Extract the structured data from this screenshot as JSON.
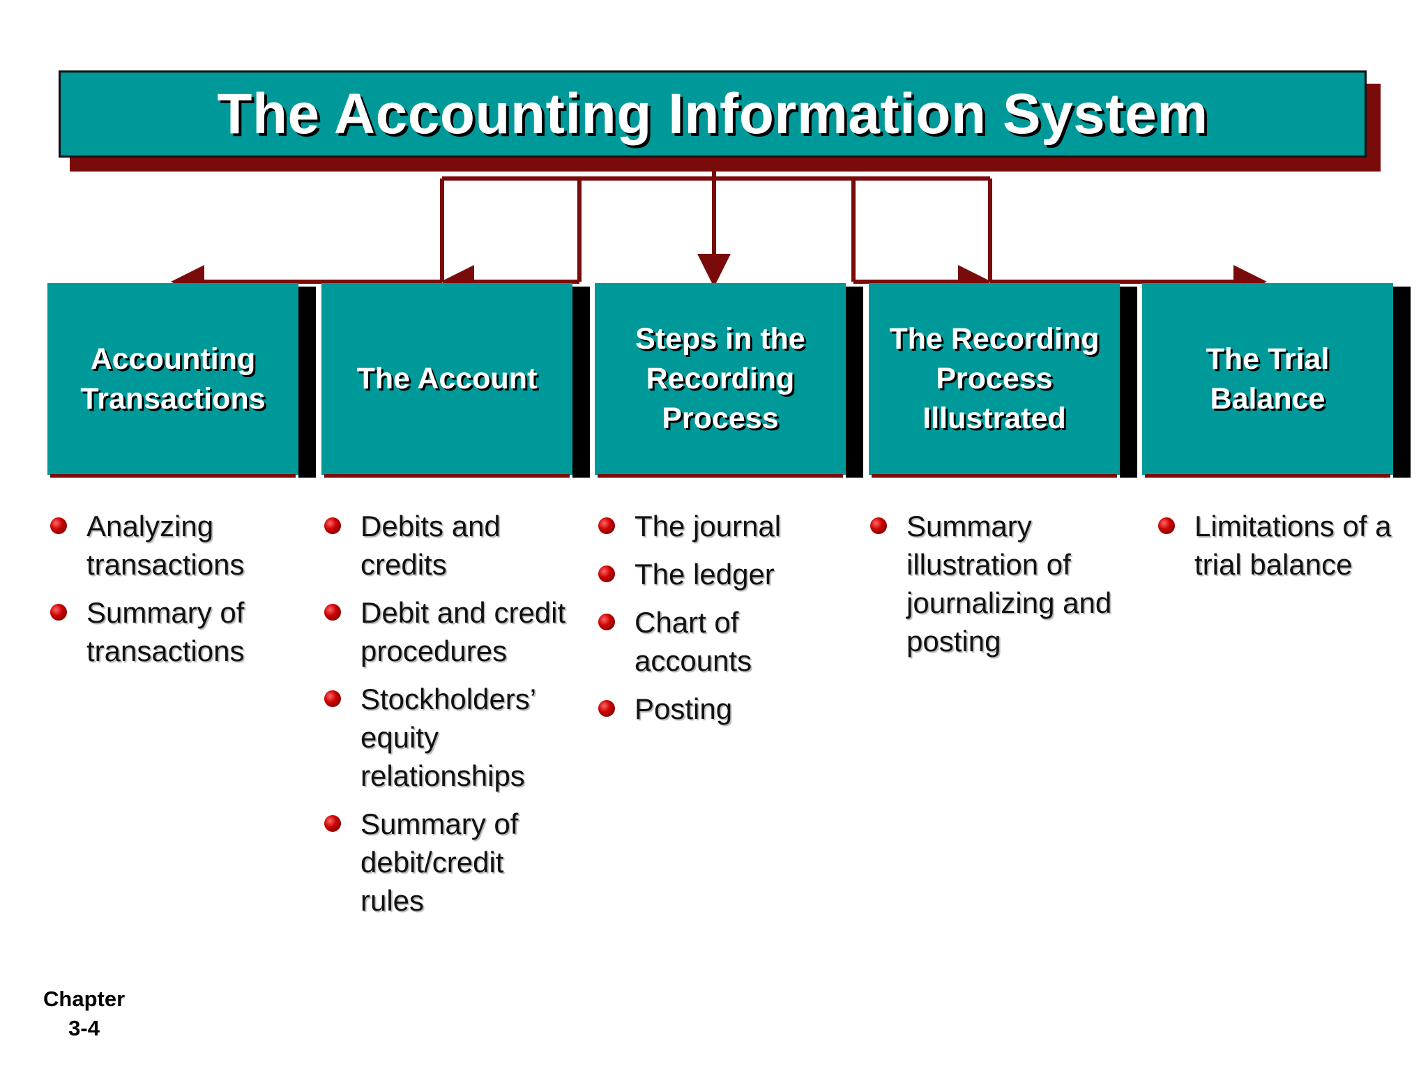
{
  "title": "The Accounting Information System",
  "colors": {
    "teal": "#009999",
    "maroon": "#7a0b0b",
    "bullet": "#cc0000"
  },
  "sections": [
    {
      "label": "Accounting Transactions",
      "items": [
        "Analyzing transactions",
        "Summary of transactions"
      ]
    },
    {
      "label": "The Account",
      "items": [
        "Debits and credits",
        "Debit and credit procedures",
        "Stockholders’ equity relationships",
        "Summary of debit/credit rules"
      ]
    },
    {
      "label": "Steps in the Recording Process",
      "items": [
        "The journal",
        "The ledger",
        "Chart of accounts",
        "Posting"
      ]
    },
    {
      "label": "The Recording Process Illustrated",
      "items": [
        "Summary illustration of journalizing and posting"
      ]
    },
    {
      "label": "The Trial Balance",
      "items": [
        "Limitations of a trial balance"
      ]
    }
  ],
  "chapter": {
    "line1": "Chapter",
    "line2": "3-4"
  }
}
